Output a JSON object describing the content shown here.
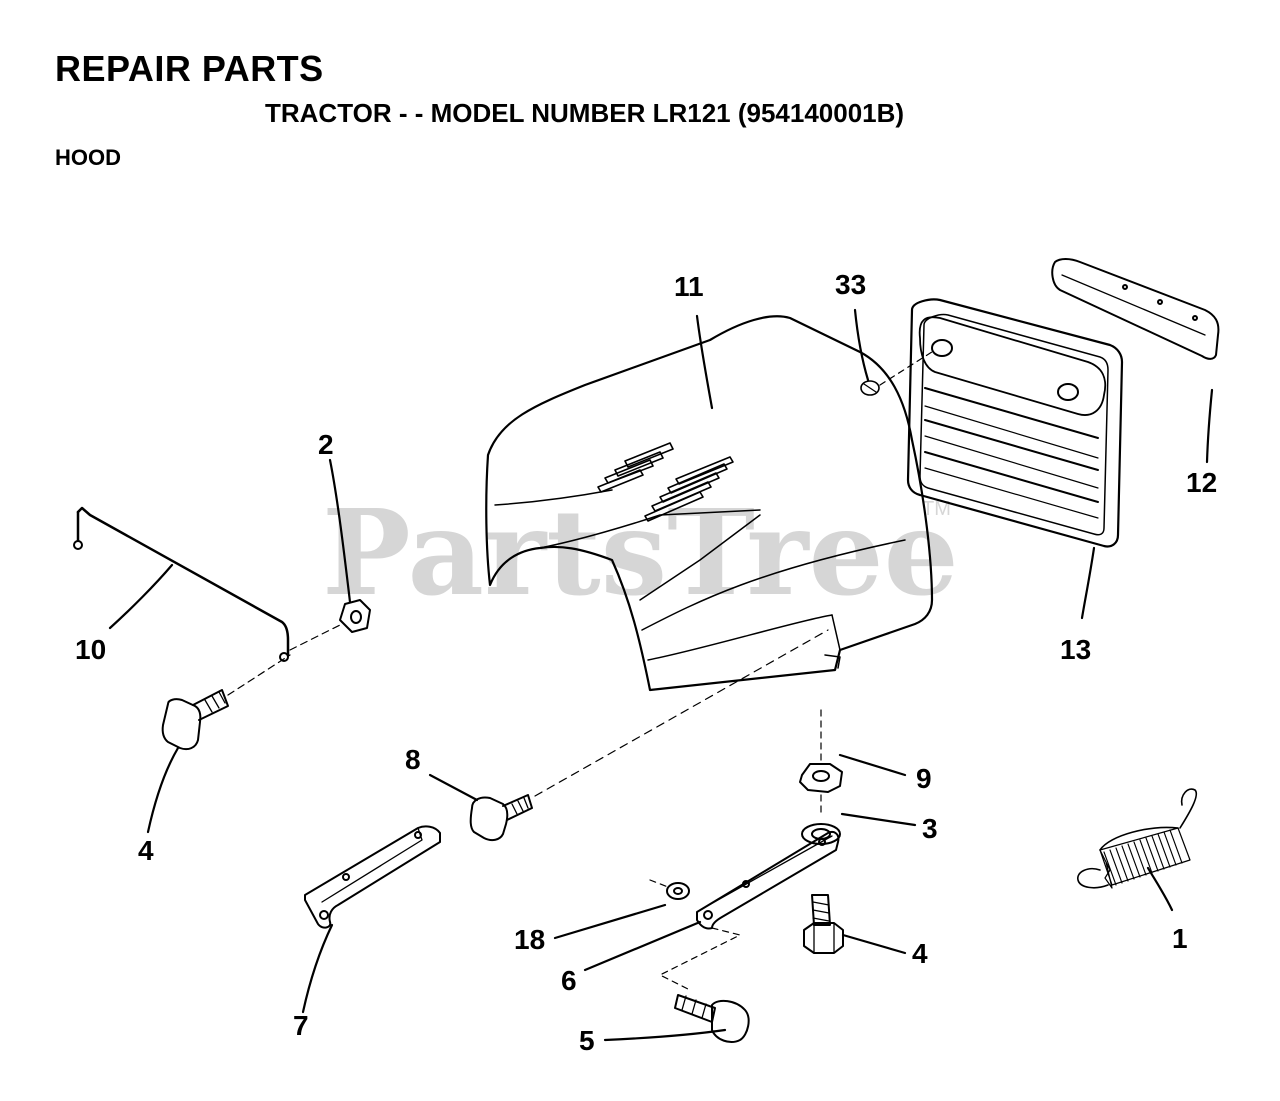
{
  "header": {
    "title": "REPAIR PARTS",
    "subtitle": "TRACTOR - - MODEL NUMBER LR121 (954140001B)",
    "section": "HOOD"
  },
  "watermark": {
    "text": "PartsTree",
    "tm": "TM"
  },
  "callouts": {
    "c11": "11",
    "c33": "33",
    "c12": "12",
    "c13": "13",
    "c2": "2",
    "c10": "10",
    "c4a": "4",
    "c8": "8",
    "c9": "9",
    "c3": "3",
    "c1": "1",
    "c18": "18",
    "c6": "6",
    "c4b": "4",
    "c7": "7",
    "c5": "5"
  },
  "colors": {
    "ink": "#000000",
    "watermark": "#d6d6d6"
  }
}
